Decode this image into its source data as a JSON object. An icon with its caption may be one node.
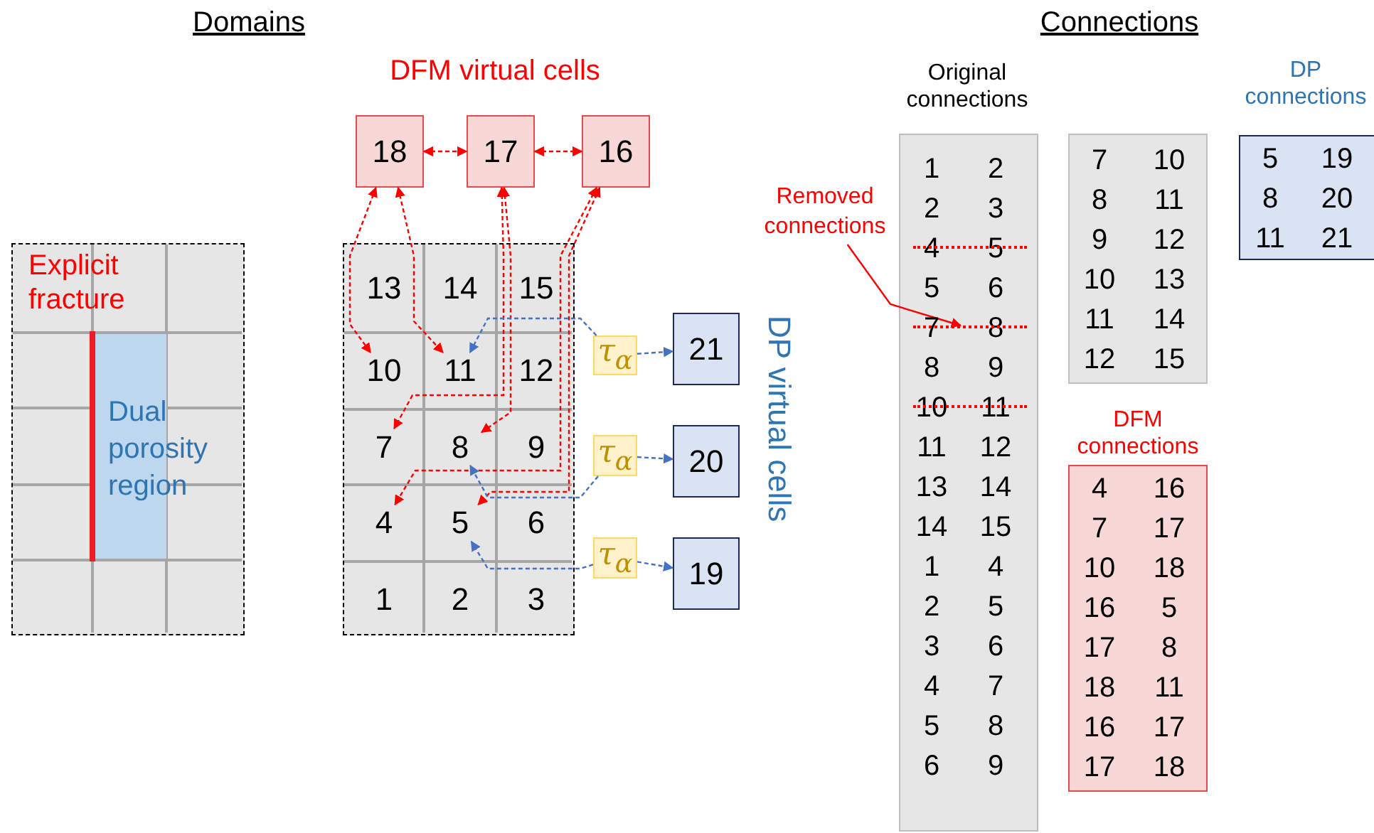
{
  "diagram": {
    "nodes": [
      {
        "text": [],
        "shape": "box"
      },
      {
        "text": [
          "Dual porosity region"
        ],
        "in": 0
      },
      {
        "text": [
          "18"
        ]
      },
      {
        "text": [
          "17"
        ]
      },
      {
        "text": [
          "16"
        ]
      },
      {
        "text": [],
        "shape": "box"
      },
      {
        "text": [
          "13"
        ],
        "in": 5
      },
      {
        "text": [
          "14"
        ],
        "in": 5
      },
      {
        "text": [
          "15"
        ],
        "in": 5
      },
      {
        "text": [
          "10"
        ],
        "in": 5
      },
      {
        "text": [
          "11"
        ],
        "in": 5
      },
      {
        "text": [
          "12"
        ],
        "in": 5
      },
      {
        "text": [
          "7"
        ],
        "in": 5
      },
      {
        "text": [
          "8"
        ],
        "in": 5
      },
      {
        "text": [
          "9"
        ],
        "in": 5
      },
      {
        "text": [
          "4"
        ],
        "in": 5
      },
      {
        "text": [
          "5"
        ],
        "in": 5
      },
      {
        "text": [
          "6"
        ],
        "in": 5
      },
      {
        "text": [
          "1"
        ],
        "in": 5
      },
      {
        "text": [
          "2"
        ],
        "in": 5
      },
      {
        "text": [
          "3"
        ],
        "in": 5
      },
      {
        "text": [
          "τ$_{α}$"
        ]
      },
      {
        "text": [
          "21"
        ]
      },
      {
        "text": [
          "τ$_{α}$"
        ]
      },
      {
        "text": [
          "20"
        ]
      },
      {
        "text": [
          "τ$_{α}$"
        ]
      },
      {
        "text": [
          "19"
        ]
      },
      {
        "text": [
          "Removed connections"
        ]
      },
      {
        "text": [],
        "shape": "line"
      },
      {
        "text": [],
        "shape": "line"
      },
      {
        "text": [],
        "shape": "line"
      }
    ],
    "edges": [
      {
        "from": 2,
        "to": 3,
        "arrow": "both",
        "style": "dashed"
      },
      {
        "from": 3,
        "to": 4,
        "arrow": "both",
        "style": "dashed"
      },
      {
        "from": 2,
        "to": 9,
        "arrow": "both",
        "style": "dashed"
      },
      {
        "from": 2,
        "to": 10,
        "arrow": "both",
        "style": "dashed"
      },
      {
        "from": 3,
        "to": 12,
        "arrow": "both",
        "style": "dashed"
      },
      {
        "from": 3,
        "to": 13,
        "arrow": "both",
        "style": "dashed"
      },
      {
        "from": 4,
        "to": 15,
        "arrow": "both",
        "style": "dashed"
      },
      {
        "from": 4,
        "to": 16,
        "arrow": "both",
        "style": "dashed"
      },
      {
        "from": 21,
        "to": 10,
        "arrow": "to",
        "style": "dashed",
        "color": "#4472c4"
      },
      {
        "from": 21,
        "to": 22,
        "arrow": "to",
        "style": "dashed",
        "color": "#4472c4"
      },
      {
        "from": 23,
        "to": 13,
        "arrow": "to",
        "style": "dashed",
        "color": "#4472c4"
      },
      {
        "from": 23,
        "to": 24,
        "arrow": "to",
        "style": "dashed",
        "color": "#4472c4"
      },
      {
        "from": 25,
        "to": 16,
        "arrow": "to",
        "style": "dashed",
        "color": "#4472c4"
      },
      {
        "from": 25,
        "to": 26,
        "arrow": "to",
        "style": "dashed",
        "color": "#4472c4"
      },
      {
        "from": 27,
        "to": 29,
        "arrow": "to"
      }
    ],
    "labels": [
      "Domains",
      "Connections",
      "DFM virtual cells",
      "Original connections",
      "DP connections",
      "Explicit fracture",
      "DP virtual cells",
      "DFM connections",
      "1",
      "2",
      "2",
      "3",
      "4",
      "5",
      "5",
      "6",
      "7",
      "8",
      "8",
      "9",
      "10",
      "11",
      "11",
      "12",
      "13",
      "14",
      "14",
      "15",
      "1",
      "4",
      "2",
      "5",
      "3",
      "6",
      "4",
      "7",
      "5",
      "8",
      "6",
      "9",
      "7",
      "10",
      "8",
      "11",
      "9",
      "12",
      "10",
      "13",
      "11",
      "14",
      "12",
      "15",
      "5",
      "19",
      "8",
      "20",
      "11",
      "21",
      "4",
      "16",
      "7",
      "17",
      "10",
      "18",
      "16",
      "5",
      "17",
      "8",
      "18",
      "11",
      "16",
      "17",
      "17",
      "18"
    ]
  }
}
